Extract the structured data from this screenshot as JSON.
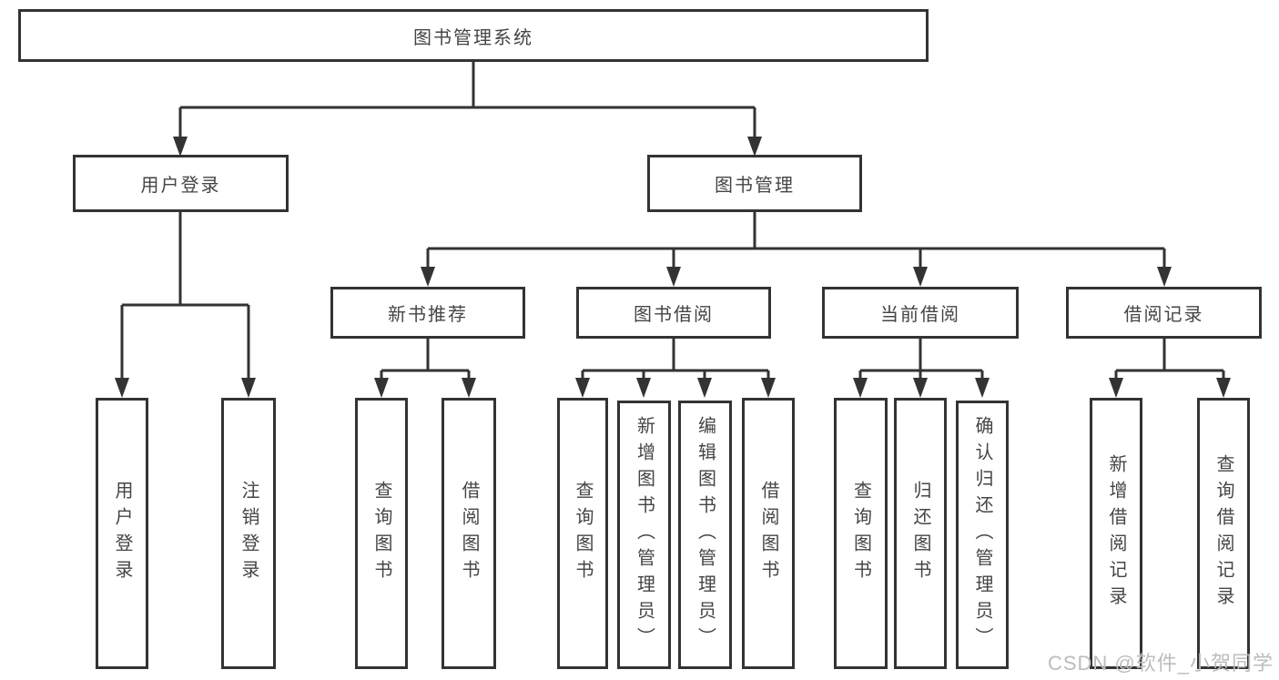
{
  "tree": {
    "root": "图书管理系统",
    "branches": [
      {
        "label": "用户登录",
        "children": [
          "用户登录",
          "注销登录"
        ]
      },
      {
        "label": "图书管理",
        "children": [
          {
            "label": "新书推荐",
            "children": [
              "查询图书",
              "借阅图书"
            ]
          },
          {
            "label": "图书借阅",
            "children": [
              "查询图书",
              "新增图书（管理员）",
              "编辑图书（管理员）",
              "借阅图书"
            ]
          },
          {
            "label": "当前借阅",
            "children": [
              "查询图书",
              "归还图书",
              "确认归还（管理员）"
            ]
          },
          {
            "label": "借阅记录",
            "children": [
              "新增借阅记录",
              "查询借阅记录"
            ]
          }
        ]
      }
    ]
  },
  "colors": {
    "line": "#333333",
    "text": "#454545",
    "watermark": "#bcbcbc"
  },
  "watermark": "CSDN @软件_小贺同学"
}
